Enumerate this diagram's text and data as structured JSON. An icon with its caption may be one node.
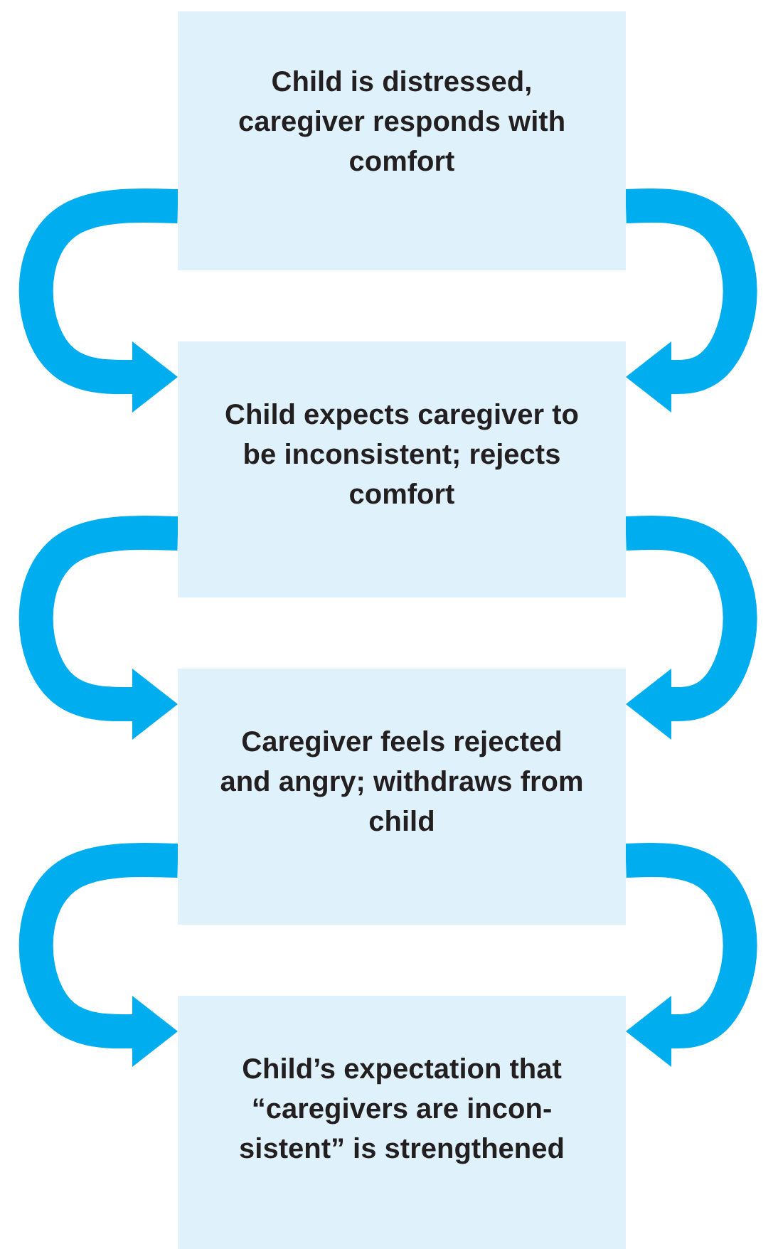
{
  "diagram": {
    "nodes": [
      {
        "text": [
          "Child is distressed, caregiver responds with comfort"
        ]
      },
      {
        "text": [
          "Child expects caregiver to be inconsistent; rejects comfort"
        ]
      },
      {
        "text": [
          "Caregiver feels rejected and angry; withdraws from child"
        ]
      },
      {
        "text": [
          "Child’s expectation that “caregivers are incon- sistent” is strengthened"
        ]
      }
    ],
    "edges": [
      {
        "from": 0,
        "to": 1,
        "arrow": "to"
      },
      {
        "from": 0,
        "to": 1,
        "arrow": "to"
      },
      {
        "from": 1,
        "to": 2,
        "arrow": "to"
      },
      {
        "from": 1,
        "to": 2,
        "arrow": "to"
      },
      {
        "from": 2,
        "to": 3,
        "arrow": "to"
      },
      {
        "from": 2,
        "to": 3,
        "arrow": "to"
      }
    ]
  }
}
